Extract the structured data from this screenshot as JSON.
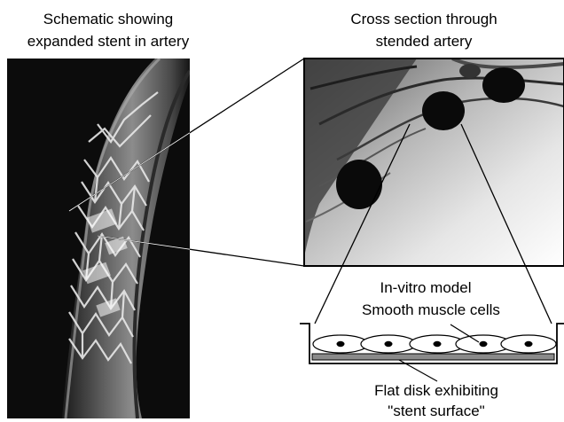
{
  "left_panel": {
    "title_line1": "Schematic showing",
    "title_line2": "expanded stent in artery"
  },
  "right_panel": {
    "title_line1": "Cross section through",
    "title_line2": "stended artery"
  },
  "model": {
    "title": "In-vitro model",
    "cells_label": "Smooth muscle cells",
    "disk_label_line1": "Flat disk exhibiting",
    "disk_label_line2": "\"stent surface\""
  }
}
